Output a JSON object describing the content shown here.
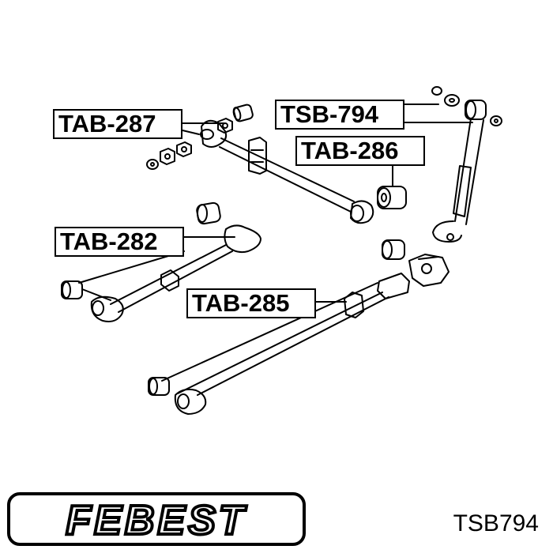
{
  "diagram": {
    "labels": {
      "tab287": "TAB-287",
      "tsb794": "TSB-794",
      "tab286": "TAB-286",
      "tab282": "TAB-282",
      "tab285": "TAB-285"
    },
    "brand": "FEBEST",
    "part_number": "TSB794"
  },
  "colors": {
    "line": "#000000",
    "background": "#ffffff"
  }
}
